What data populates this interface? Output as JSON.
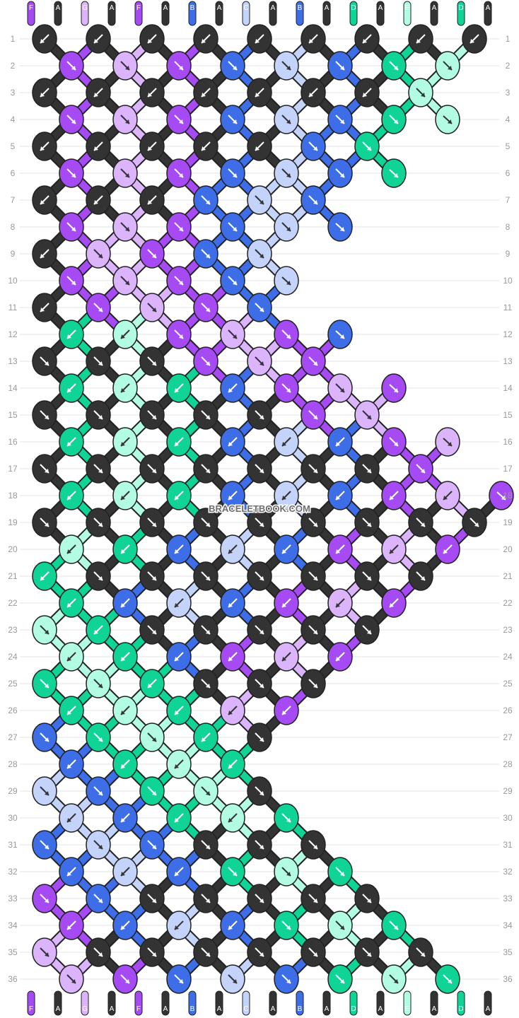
{
  "watermark": "BRACELETBOOK.COM",
  "row_count": 36,
  "colors": {
    "F": "#a64bf4",
    "G": "#dcb4fc",
    "A": "#333333",
    "B": "#3d6ee8",
    "C": "#c3d3fa",
    "D": "#0fd495",
    "E": "#b3fce4"
  },
  "strands_top": [
    "F",
    "A",
    "G",
    "A",
    "F",
    "A",
    "B",
    "A",
    "C",
    "A",
    "B",
    "A",
    "D",
    "A",
    "E",
    "A",
    "D",
    "A"
  ],
  "strands_bottom": [
    "F",
    "A",
    "G",
    "A",
    "F",
    "A",
    "B",
    "A",
    "C",
    "A",
    "B",
    "A",
    "D",
    "A",
    "E",
    "A",
    "D",
    "A"
  ],
  "rows": [
    {
      "label": "1",
      "knots": [
        [
          "A",
          "bl"
        ],
        [
          "A",
          "bl"
        ],
        [
          "A",
          "bl"
        ],
        [
          "A",
          "bl"
        ],
        [
          "A",
          "bl"
        ],
        [
          "A",
          "bl"
        ],
        [
          "A",
          "bl"
        ],
        [
          "A",
          "bl"
        ],
        [
          "A",
          "bl"
        ]
      ]
    },
    {
      "label": "2",
      "knots": [
        [
          "F",
          "br"
        ],
        [
          "G",
          "br"
        ],
        [
          "F",
          "br"
        ],
        [
          "B",
          "br"
        ],
        [
          "C",
          "br"
        ],
        [
          "B",
          "br"
        ],
        [
          "D",
          "br"
        ],
        [
          "E",
          "br"
        ]
      ]
    },
    {
      "label": "3",
      "knots": [
        [
          "A",
          "bl"
        ],
        [
          "A",
          "bl"
        ],
        [
          "A",
          "bl"
        ],
        [
          "A",
          "bl"
        ],
        [
          "A",
          "bl"
        ],
        [
          "A",
          "bl"
        ],
        [
          "A",
          "bl"
        ],
        [
          "E",
          "br"
        ]
      ]
    },
    {
      "label": "4",
      "knots": [
        [
          "F",
          "br"
        ],
        [
          "G",
          "br"
        ],
        [
          "F",
          "br"
        ],
        [
          "B",
          "br"
        ],
        [
          "C",
          "br"
        ],
        [
          "B",
          "br"
        ],
        [
          "D",
          "br"
        ],
        [
          "E",
          "b"
        ]
      ]
    },
    {
      "label": "5",
      "knots": [
        [
          "A",
          "bl"
        ],
        [
          "A",
          "bl"
        ],
        [
          "A",
          "bl"
        ],
        [
          "A",
          "bl"
        ],
        [
          "A",
          "bl"
        ],
        [
          "B",
          "br"
        ],
        [
          "D",
          "br"
        ]
      ]
    },
    {
      "label": "6",
      "knots": [
        [
          "F",
          "br"
        ],
        [
          "G",
          "br"
        ],
        [
          "F",
          "br"
        ],
        [
          "B",
          "br"
        ],
        [
          "C",
          "br"
        ],
        [
          "B",
          "br"
        ],
        [
          "D",
          "b"
        ]
      ]
    },
    {
      "label": "7",
      "knots": [
        [
          "A",
          "bl"
        ],
        [
          "A",
          "bl"
        ],
        [
          "A",
          "bl"
        ],
        [
          "B",
          "br"
        ],
        [
          "C",
          "br"
        ],
        [
          "B",
          "br"
        ]
      ]
    },
    {
      "label": "8",
      "knots": [
        [
          "F",
          "br"
        ],
        [
          "G",
          "br"
        ],
        [
          "F",
          "br"
        ],
        [
          "B",
          "br"
        ],
        [
          "C",
          "br"
        ],
        [
          "B",
          "b"
        ]
      ]
    },
    {
      "label": "9",
      "knots": [
        [
          "A",
          "bl"
        ],
        [
          "G",
          "br"
        ],
        [
          "F",
          "br"
        ],
        [
          "B",
          "br"
        ],
        [
          "C",
          "br"
        ]
      ]
    },
    {
      "label": "10",
      "knots": [
        [
          "F",
          "br"
        ],
        [
          "G",
          "br"
        ],
        [
          "F",
          "br"
        ],
        [
          "B",
          "br"
        ],
        [
          "C",
          "b"
        ]
      ]
    },
    {
      "label": "11",
      "knots": [
        [
          "A",
          "bl"
        ],
        [
          "F",
          "br"
        ],
        [
          "G",
          "br"
        ],
        [
          "F",
          "br"
        ],
        [
          "B",
          "br"
        ]
      ]
    },
    {
      "label": "12",
      "knots": [
        [
          "D",
          "bl"
        ],
        [
          "E",
          "bl"
        ],
        [
          "F",
          "br"
        ],
        [
          "G",
          "br"
        ],
        [
          "F",
          "br"
        ],
        [
          "B",
          "b"
        ]
      ]
    },
    {
      "label": "13",
      "knots": [
        [
          "A",
          "br"
        ],
        [
          "A",
          "br"
        ],
        [
          "A",
          "br"
        ],
        [
          "F",
          "br"
        ],
        [
          "G",
          "br"
        ],
        [
          "F",
          "br"
        ]
      ]
    },
    {
      "label": "14",
      "knots": [
        [
          "D",
          "bl"
        ],
        [
          "E",
          "bl"
        ],
        [
          "D",
          "bl"
        ],
        [
          "B",
          "bl"
        ],
        [
          "F",
          "br"
        ],
        [
          "G",
          "br"
        ],
        [
          "F",
          "b"
        ]
      ]
    },
    {
      "label": "15",
      "knots": [
        [
          "A",
          "br"
        ],
        [
          "A",
          "br"
        ],
        [
          "A",
          "br"
        ],
        [
          "A",
          "br"
        ],
        [
          "A",
          "br"
        ],
        [
          "F",
          "br"
        ],
        [
          "G",
          "br"
        ]
      ]
    },
    {
      "label": "16",
      "knots": [
        [
          "D",
          "bl"
        ],
        [
          "E",
          "bl"
        ],
        [
          "D",
          "bl"
        ],
        [
          "B",
          "bl"
        ],
        [
          "C",
          "bl"
        ],
        [
          "B",
          "bl"
        ],
        [
          "F",
          "br"
        ],
        [
          "G",
          "b"
        ]
      ]
    },
    {
      "label": "17",
      "knots": [
        [
          "A",
          "br"
        ],
        [
          "A",
          "br"
        ],
        [
          "A",
          "br"
        ],
        [
          "A",
          "br"
        ],
        [
          "A",
          "br"
        ],
        [
          "A",
          "br"
        ],
        [
          "A",
          "br"
        ],
        [
          "F",
          "br"
        ]
      ]
    },
    {
      "label": "18",
      "knots": [
        [
          "D",
          "bl"
        ],
        [
          "E",
          "bl"
        ],
        [
          "D",
          "bl"
        ],
        [
          "B",
          "bl"
        ],
        [
          "C",
          "bl"
        ],
        [
          "B",
          "bl"
        ],
        [
          "F",
          "bl"
        ],
        [
          "G",
          "bl"
        ],
        [
          "F",
          "b"
        ]
      ]
    },
    {
      "label": "19",
      "knots": [
        [
          "A",
          "br"
        ],
        [
          "A",
          "br"
        ],
        [
          "A",
          "br"
        ],
        [
          "A",
          "br"
        ],
        [
          "A",
          "br"
        ],
        [
          "A",
          "br"
        ],
        [
          "A",
          "br"
        ],
        [
          "A",
          "br"
        ],
        [
          "A",
          "br"
        ]
      ]
    },
    {
      "label": "20",
      "knots": [
        [
          "E",
          "bl"
        ],
        [
          "D",
          "bl"
        ],
        [
          "B",
          "bl"
        ],
        [
          "C",
          "bl"
        ],
        [
          "B",
          "bl"
        ],
        [
          "F",
          "bl"
        ],
        [
          "G",
          "bl"
        ],
        [
          "F",
          "bl"
        ]
      ]
    },
    {
      "label": "21",
      "knots": [
        [
          "D",
          "bl"
        ],
        [
          "A",
          "br"
        ],
        [
          "A",
          "br"
        ],
        [
          "A",
          "br"
        ],
        [
          "A",
          "br"
        ],
        [
          "A",
          "br"
        ],
        [
          "A",
          "br"
        ],
        [
          "A",
          "br"
        ]
      ]
    },
    {
      "label": "22",
      "knots": [
        [
          "D",
          "bl"
        ],
        [
          "B",
          "bl"
        ],
        [
          "C",
          "bl"
        ],
        [
          "B",
          "bl"
        ],
        [
          "F",
          "bl"
        ],
        [
          "G",
          "bl"
        ],
        [
          "F",
          "bl"
        ]
      ]
    },
    {
      "label": "23",
      "knots": [
        [
          "E",
          "br"
        ],
        [
          "D",
          "bl"
        ],
        [
          "A",
          "br"
        ],
        [
          "A",
          "br"
        ],
        [
          "A",
          "br"
        ],
        [
          "A",
          "br"
        ],
        [
          "A",
          "br"
        ]
      ]
    },
    {
      "label": "24",
      "knots": [
        [
          "E",
          "bl"
        ],
        [
          "D",
          "bl"
        ],
        [
          "B",
          "bl"
        ],
        [
          "F",
          "bl"
        ],
        [
          "G",
          "bl"
        ],
        [
          "F",
          "bl"
        ]
      ]
    },
    {
      "label": "25",
      "knots": [
        [
          "D",
          "br"
        ],
        [
          "E",
          "br"
        ],
        [
          "D",
          "bl"
        ],
        [
          "A",
          "br"
        ],
        [
          "A",
          "br"
        ],
        [
          "A",
          "br"
        ]
      ]
    },
    {
      "label": "26",
      "knots": [
        [
          "D",
          "bl"
        ],
        [
          "E",
          "bl"
        ],
        [
          "D",
          "bl"
        ],
        [
          "G",
          "bl"
        ],
        [
          "F",
          "bl"
        ]
      ]
    },
    {
      "label": "27",
      "knots": [
        [
          "B",
          "br"
        ],
        [
          "D",
          "br"
        ],
        [
          "E",
          "br"
        ],
        [
          "D",
          "bl"
        ],
        [
          "A",
          "br"
        ]
      ]
    },
    {
      "label": "28",
      "knots": [
        [
          "B",
          "bl"
        ],
        [
          "D",
          "bl"
        ],
        [
          "E",
          "bl"
        ],
        [
          "D",
          "bl"
        ]
      ]
    },
    {
      "label": "29",
      "knots": [
        [
          "C",
          "br"
        ],
        [
          "B",
          "br"
        ],
        [
          "D",
          "br"
        ],
        [
          "E",
          "br"
        ],
        [
          "A",
          "br"
        ]
      ]
    },
    {
      "label": "30",
      "knots": [
        [
          "C",
          "bl"
        ],
        [
          "B",
          "bl"
        ],
        [
          "D",
          "bl"
        ],
        [
          "E",
          "bl"
        ],
        [
          "D",
          "br"
        ]
      ]
    },
    {
      "label": "31",
      "knots": [
        [
          "B",
          "br"
        ],
        [
          "C",
          "br"
        ],
        [
          "B",
          "br"
        ],
        [
          "A",
          "br"
        ],
        [
          "A",
          "br"
        ],
        [
          "A",
          "br"
        ]
      ]
    },
    {
      "label": "32",
      "knots": [
        [
          "B",
          "bl"
        ],
        [
          "C",
          "bl"
        ],
        [
          "B",
          "bl"
        ],
        [
          "D",
          "br"
        ],
        [
          "E",
          "br"
        ],
        [
          "D",
          "br"
        ]
      ]
    },
    {
      "label": "33",
      "knots": [
        [
          "F",
          "br"
        ],
        [
          "B",
          "br"
        ],
        [
          "A",
          "br"
        ],
        [
          "A",
          "br"
        ],
        [
          "A",
          "br"
        ],
        [
          "A",
          "br"
        ],
        [
          "A",
          "br"
        ]
      ]
    },
    {
      "label": "34",
      "knots": [
        [
          "F",
          "bl"
        ],
        [
          "B",
          "bl"
        ],
        [
          "C",
          "bl"
        ],
        [
          "B",
          "bl"
        ],
        [
          "D",
          "br"
        ],
        [
          "E",
          "br"
        ],
        [
          "D",
          "br"
        ]
      ]
    },
    {
      "label": "35",
      "knots": [
        [
          "G",
          "br"
        ],
        [
          "A",
          "br"
        ],
        [
          "A",
          "br"
        ],
        [
          "A",
          "br"
        ],
        [
          "A",
          "br"
        ],
        [
          "A",
          "br"
        ],
        [
          "A",
          "br"
        ],
        [
          "A",
          "br"
        ]
      ]
    },
    {
      "label": "36",
      "knots": [
        [
          "G",
          "br"
        ],
        [
          "F",
          "br"
        ],
        [
          "B",
          "br"
        ],
        [
          "C",
          "br"
        ],
        [
          "B",
          "br"
        ],
        [
          "D",
          "br"
        ],
        [
          "E",
          "br"
        ],
        [
          "D",
          "br"
        ]
      ]
    }
  ]
}
